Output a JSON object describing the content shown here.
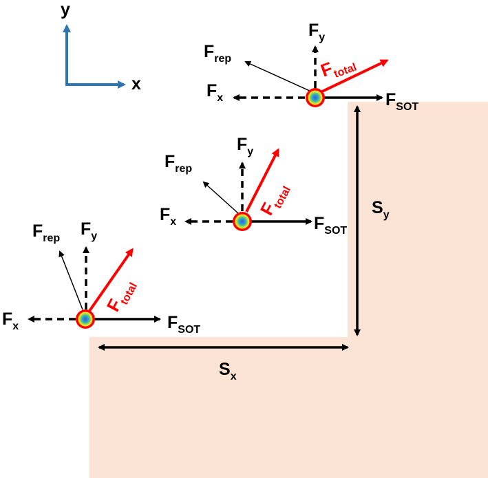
{
  "axes": {
    "x_label": "x",
    "y_label": "y",
    "color": "#2e75b6"
  },
  "colors": {
    "region": "#fbe4d5",
    "total_force": "#ff0000",
    "ring": "#ff0000",
    "ring_inner": "#ffff00",
    "core": "#3366cc"
  },
  "labels": {
    "F": "F",
    "x_sub": "x",
    "y_sub": "y",
    "rep_sub": "rep",
    "sot_sub": "SOT",
    "total_sub": "total",
    "S": "S"
  },
  "skyrmions": [
    {
      "id": "bottom-left"
    },
    {
      "id": "middle"
    },
    {
      "id": "top"
    }
  ],
  "dimensions": {
    "horizontal": "Sx",
    "vertical": "Sy"
  }
}
